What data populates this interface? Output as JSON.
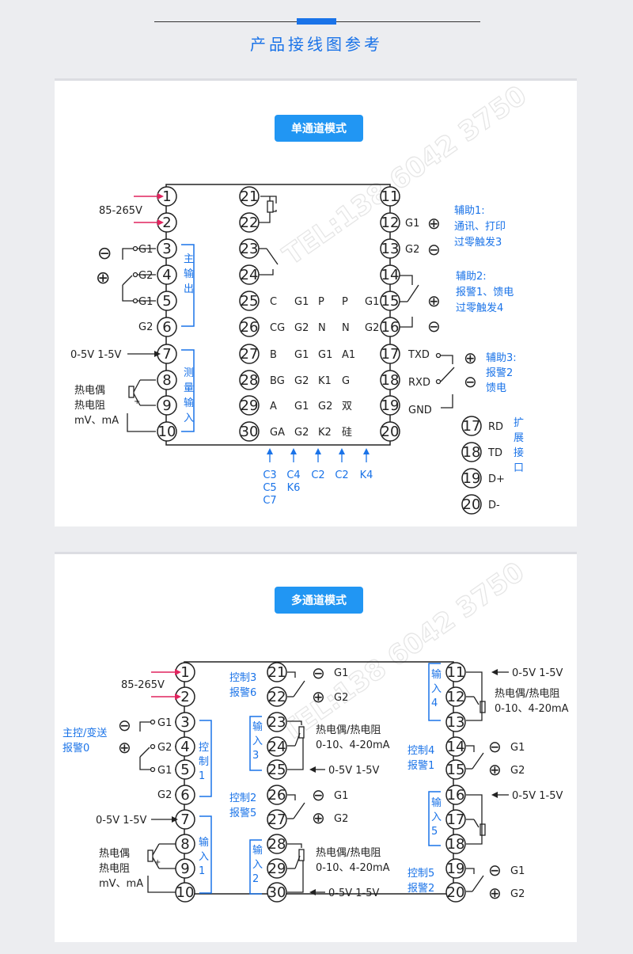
{
  "page_title": "产品接线图参考",
  "single": {
    "title": "单通道模式",
    "watermark": "TEL:138 6042 3750",
    "power": "85-265V",
    "main_output": "主输出",
    "measure_input": "测量输入",
    "sensor": [
      "热电偶",
      "热电阻",
      "mV、mA"
    ],
    "analog_in": "0-5V 1-5V",
    "g1": "G1",
    "g2": "G2",
    "mid_cols": [
      [
        "C",
        "G1",
        "P",
        "P",
        "G1"
      ],
      [
        "CG",
        "G2",
        "N",
        "N",
        "G2"
      ],
      [
        "B",
        "G1",
        "G1",
        "A1"
      ],
      [
        "BG",
        "G2",
        "K1",
        "G"
      ],
      [
        "A",
        "G1",
        "G2",
        "双"
      ],
      [
        "GA",
        "G2",
        "K2",
        "硅"
      ]
    ],
    "bottom_codes": [
      [
        "C3",
        "C5",
        "C7"
      ],
      [
        "C4",
        "K6"
      ],
      [
        "C2"
      ],
      [
        "C2"
      ],
      [
        "K4"
      ]
    ],
    "aux1": [
      "辅助1:",
      "通讯、打印",
      "过零触发3"
    ],
    "aux2": [
      "辅助2:",
      "报警1、馈电",
      "过零触发4"
    ],
    "aux3": [
      "辅助3:",
      "报警2",
      "馈电"
    ],
    "comm": [
      "TXD",
      "RXD",
      "GND"
    ],
    "ext": [
      "RD",
      "TD",
      "D+",
      "D-"
    ],
    "ext_label": "扩展接口"
  },
  "multi": {
    "title": "多通道模式",
    "watermark": "TEL:138 6042 3750",
    "power": "85-265V",
    "main_ctrl": [
      "主控/变送",
      "报警0"
    ],
    "ctrl1": "控制1",
    "input1": "输入1",
    "input2": "输入2",
    "input3": "输入3",
    "input4": "输入4",
    "input5": "输入5",
    "sensor": [
      "热电偶",
      "热电阻",
      "mV、mA"
    ],
    "sensor_tc": "热电偶/热电阻",
    "ma": "0-10、4-20mA",
    "analog_in": "0-5V 1-5V",
    "ctrl3": [
      "控制3",
      "报警6"
    ],
    "ctrl2": [
      "控制2",
      "报警5"
    ],
    "ctrl4": [
      "控制4",
      "报警1"
    ],
    "ctrl5": [
      "控制5",
      "报警2"
    ],
    "g1": "G1",
    "g2": "G2"
  },
  "colors": {
    "accent": "#1a73e8",
    "badge": "#2196f3",
    "arrow": "#e0245e",
    "line": "#222222"
  }
}
